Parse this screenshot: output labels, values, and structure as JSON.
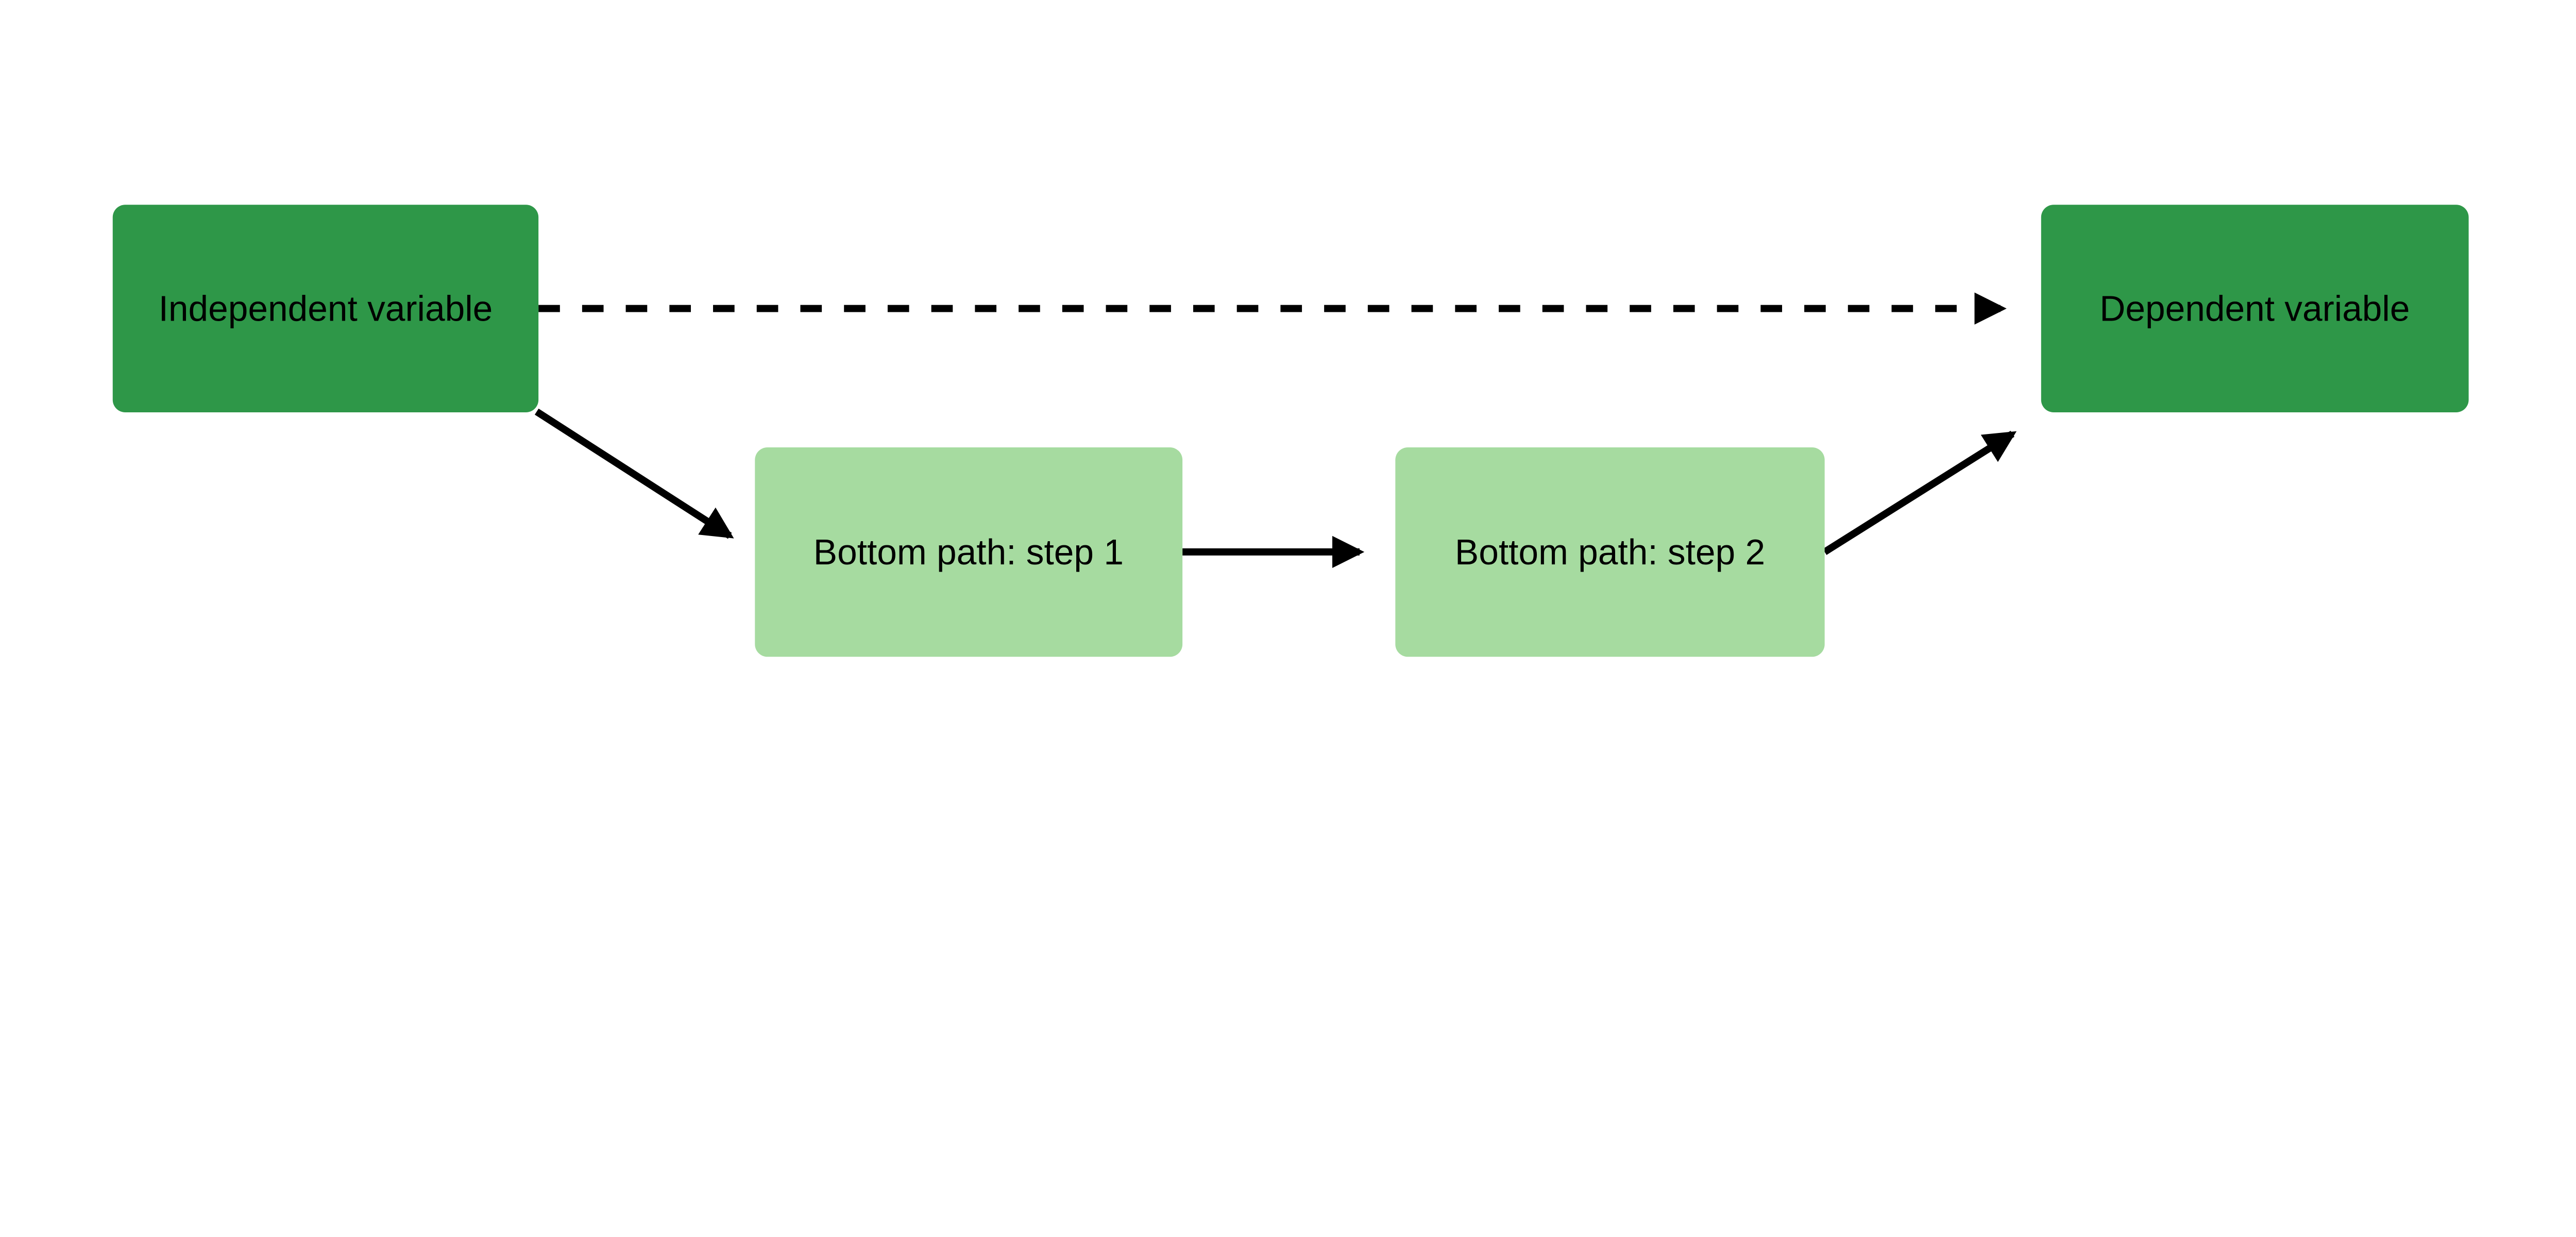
{
  "diagram": {
    "colors": {
      "node_dark": "#2e9748",
      "node_light": "#a6dba0",
      "edge": "#000000",
      "text": "#000000",
      "background": "#ffffff"
    },
    "nodes": {
      "independent": {
        "label": "Independent variable",
        "fill": "dark-green"
      },
      "dependent": {
        "label": "Dependent variable",
        "fill": "dark-green"
      },
      "step1": {
        "label": "Bottom path: step 1",
        "fill": "light-green"
      },
      "step2": {
        "label": "Bottom path: step 2",
        "fill": "light-green"
      }
    },
    "edges": [
      {
        "from": "independent",
        "to": "dependent",
        "style": "dashed",
        "arrowhead": "filled-triangle"
      },
      {
        "from": "independent",
        "to": "step1",
        "style": "solid",
        "arrowhead": "filled-triangle"
      },
      {
        "from": "step1",
        "to": "step2",
        "style": "solid",
        "arrowhead": "filled-triangle"
      },
      {
        "from": "step2",
        "to": "dependent",
        "style": "solid",
        "arrowhead": "filled-triangle"
      }
    ]
  }
}
